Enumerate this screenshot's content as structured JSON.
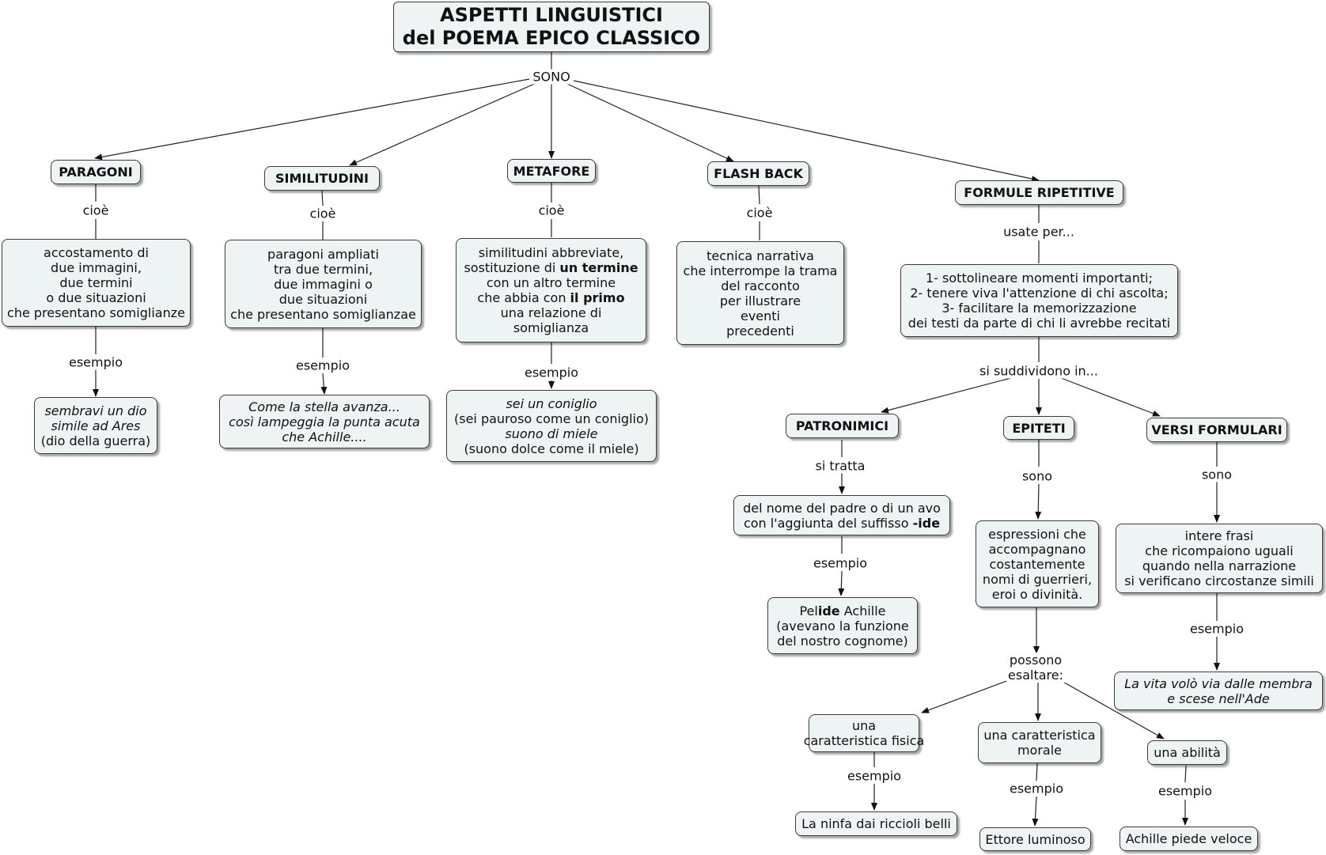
{
  "title": {
    "line1": "ASPETTI LINGUISTICI",
    "line2": "del POEMA EPICO CLASSICO"
  },
  "root_link": "SONO",
  "paragoni": {
    "label": "PARAGONI",
    "link": "cioè",
    "definition": [
      "accostamento di",
      "due immagini,",
      "due termini",
      "o due situazioni",
      "che presentano somiglianze"
    ],
    "example_link": "esempio",
    "example": [
      "sembravi un dio",
      "simile ad Ares",
      "(dio della guerra)"
    ]
  },
  "similitudini": {
    "label": "SIMILITUDINI",
    "link": "cioè",
    "definition": [
      "paragoni ampliati",
      "tra due termini,",
      "due immagini o",
      "due situazioni",
      "che presentano somiglianzae"
    ],
    "example_link": "esempio",
    "example": [
      "Come la stella avanza...",
      "così lampeggia la punta acuta",
      "che Achille...."
    ]
  },
  "metafore": {
    "label": "METAFORE",
    "link": "cioè",
    "definition": {
      "line1": "similitudini abbreviate,",
      "line2_pre": "sostituzione di ",
      "line2_bold": "un termine",
      "line3": "con un altro termine",
      "line4_pre": "che abbia con ",
      "line4_bold": "il primo",
      "line5": "una relazione di",
      "line6": "somiglianza"
    },
    "example_link": "esempio",
    "example": [
      "sei un coniglio",
      "(sei pauroso come un coniglio)",
      "suono di miele",
      "(suono dolce come il miele)"
    ]
  },
  "flashback": {
    "label": "FLASH BACK",
    "link": "cioè",
    "definition": [
      "tecnica narrativa",
      "che interrompe la trama",
      "del racconto",
      "per illustrare",
      "eventi",
      "precedenti"
    ]
  },
  "formule": {
    "label": "FORMULE RIPETITIVE",
    "link": "usate per...",
    "purposes": [
      "1- sottolineare momenti importanti;",
      "2- tenere viva l'attenzione di chi ascolta;",
      "3- facilitare la memorizzazione",
      "dei testi da parte di chi li avrebbe recitati"
    ],
    "split_link": "si suddividono in..."
  },
  "patronimici": {
    "label": "PATRONIMICI",
    "link": "si tratta",
    "definition": {
      "line1": "del nome del padre o di un avo",
      "line2_pre": "con l'aggiunta del suffisso ",
      "line2_bold": "-ide"
    },
    "example_link": "esempio",
    "example": {
      "pre": "Pel",
      "bold": "ide",
      "post": " Achille",
      "line2": "(avevano la funzione",
      "line3": "del nostro cognome)"
    }
  },
  "epiteti": {
    "label": "EPITETI",
    "link": "sono",
    "definition": [
      "espressioni che",
      "accompagnano",
      "costantemente",
      "nomi di guerrieri,",
      "eroi o divinità."
    ],
    "exalt_link": [
      "possono",
      "esaltare:"
    ],
    "fisica": {
      "label": [
        "una",
        "caratteristica fisica"
      ],
      "example_link": "esempio",
      "example": "La ninfa dai riccioli belli"
    },
    "morale": {
      "label": [
        "una caratteristica",
        "morale"
      ],
      "example_link": "esempio",
      "example": "Ettore luminoso"
    },
    "abilita": {
      "label": "una abilità",
      "example_link": "esempio",
      "example": "Achille piede veloce"
    }
  },
  "versi": {
    "label": "VERSI FORMULARI",
    "link": "sono",
    "definition": [
      "intere frasi",
      "che ricompaiono uguali",
      "quando nella narrazione",
      "si verificano circostanze simili"
    ],
    "example_link": "esempio",
    "example": [
      "La vita volò via dalle membra",
      "e scese nell'Ade"
    ]
  }
}
